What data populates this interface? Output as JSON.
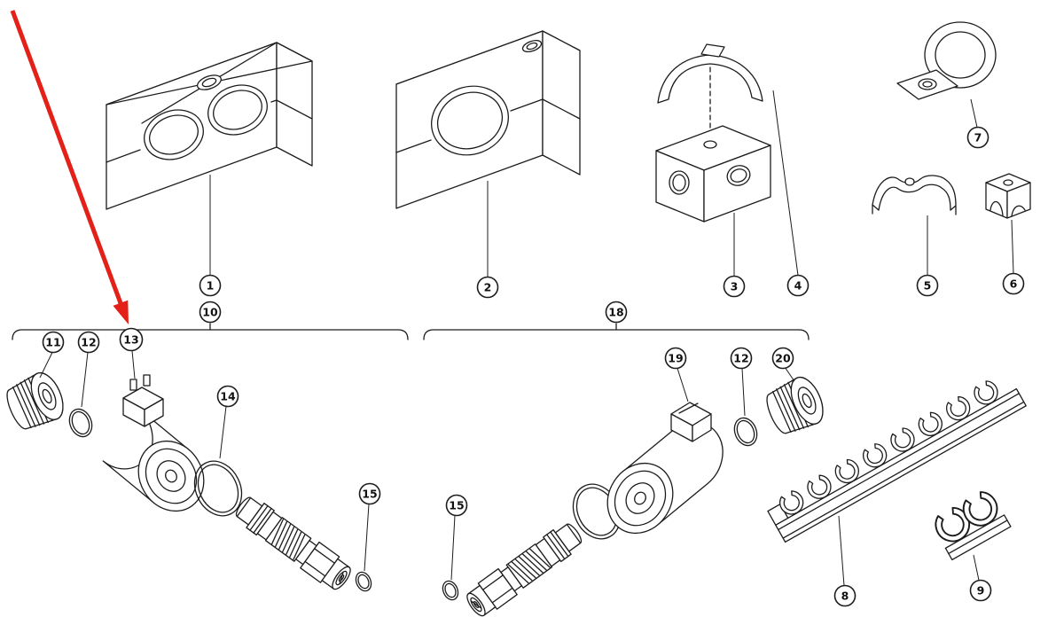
{
  "figure": {
    "type": "exploded-parts-diagram",
    "background_color": "#ffffff",
    "line_color": "#1c1c1c",
    "highlight": {
      "fill": "#b2bd45",
      "stroke": "#5f6b1d"
    },
    "arrow": {
      "color": "#e32119",
      "points_to_callout": "13"
    },
    "callouts": {
      "c1": {
        "label": "1"
      },
      "c2": {
        "label": "2"
      },
      "c3": {
        "label": "3"
      },
      "c4": {
        "label": "4"
      },
      "c5": {
        "label": "5"
      },
      "c6": {
        "label": "6"
      },
      "c7": {
        "label": "7"
      },
      "c8": {
        "label": "8"
      },
      "c9": {
        "label": "9"
      },
      "c10": {
        "label": "10"
      },
      "c11": {
        "label": "11"
      },
      "c12a": {
        "label": "12"
      },
      "c12b": {
        "label": "12"
      },
      "c13": {
        "label": "13",
        "highlighted": true
      },
      "c14": {
        "label": "14"
      },
      "c15a": {
        "label": "15"
      },
      "c15b": {
        "label": "15"
      },
      "c18": {
        "label": "18"
      },
      "c19": {
        "label": "19"
      },
      "c20": {
        "label": "20"
      }
    }
  }
}
